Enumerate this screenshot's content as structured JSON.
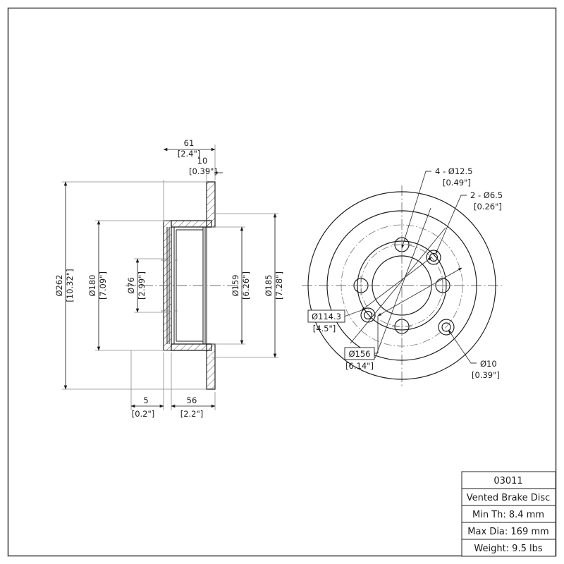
{
  "sheet": {
    "border": true,
    "background": "#ffffff",
    "line_color": "#1b1b1b"
  },
  "title_block": {
    "part_number": "03011",
    "description": "Vented Brake Disc",
    "min_thickness": "Min Th: 8.4 mm",
    "max_diameter": "Max Dia: 169 mm",
    "weight": "Weight: 9.5 lbs"
  },
  "section_view": {
    "name": "cross-section-side-view",
    "top_dimensions": [
      {
        "id": "width-61",
        "mm": "61",
        "inch": "[2.4\"]"
      },
      {
        "id": "thickness-10",
        "mm": "10",
        "inch": "[0.39\"]"
      }
    ],
    "left_dimensions": [
      {
        "id": "outer-dia-262",
        "mm": "Ø262",
        "inch": "[10.32\"]"
      },
      {
        "id": "dia-180",
        "mm": "Ø180",
        "inch": "[7.09\"]"
      },
      {
        "id": "hub-bore-76",
        "mm": "Ø76",
        "inch": "[2.99\"]"
      }
    ],
    "right_dimensions": [
      {
        "id": "dia-159",
        "mm": "Ø159",
        "inch": "[6.26\"]"
      },
      {
        "id": "dia-185",
        "mm": "Ø185",
        "inch": "[7.28\"]"
      }
    ],
    "bottom_dimensions": [
      {
        "id": "offset-5",
        "mm": "5",
        "inch": "[0.2\"]"
      },
      {
        "id": "depth-56",
        "mm": "56",
        "inch": "[2.2\"]"
      }
    ]
  },
  "face_view": {
    "name": "rotor-face-view",
    "callouts": [
      {
        "id": "lug-holes",
        "line1": "4 - Ø12.5",
        "line2": "[0.49\"]",
        "boxed": false
      },
      {
        "id": "small-holes",
        "line1": "2 - Ø6.5",
        "line2": "[0.26\"]",
        "boxed": false
      },
      {
        "id": "pilot-hole",
        "line1": "Ø10",
        "line2": "[0.39\"]",
        "boxed": false
      },
      {
        "id": "bolt-circle",
        "line1": "Ø114.3",
        "line2": "[4.5\"]",
        "boxed": true
      },
      {
        "id": "friction-dia",
        "line1": "Ø156",
        "line2": "[6.14\"]",
        "boxed": true
      }
    ],
    "hole_counts": {
      "lug": 4,
      "threaded": 2,
      "pilot": 1
    }
  }
}
